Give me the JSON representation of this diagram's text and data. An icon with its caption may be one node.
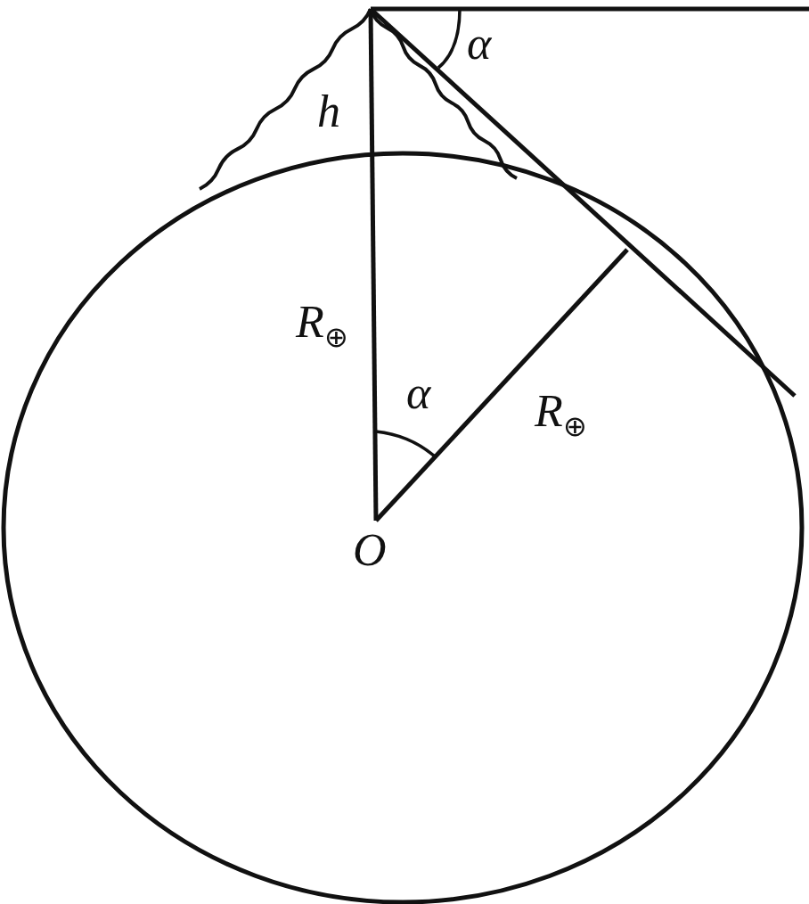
{
  "diagram": {
    "labels": [
      "α",
      "h",
      "R$_{⊕}$",
      "α",
      "R$_{⊕}$",
      "O"
    ]
  }
}
